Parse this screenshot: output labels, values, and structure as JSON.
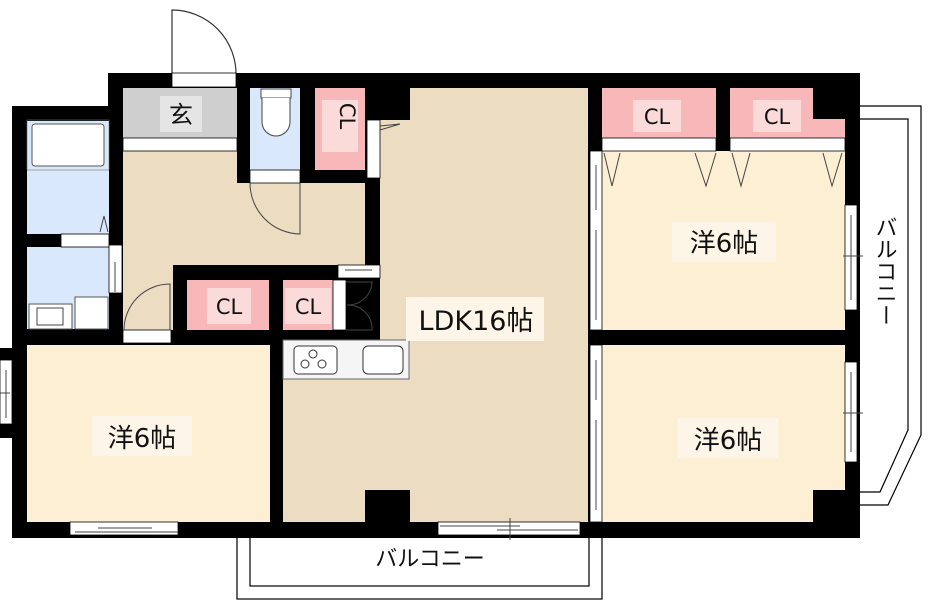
{
  "floorplan": {
    "colors": {
      "wall": "#000000",
      "western_room": "#fcefd3",
      "ldk": "#ecdcc2",
      "closet": "#f8b8b9",
      "closet_label_bg": "#fbdada",
      "wet_area": "#d9e9fb",
      "genkan": "#cfcfcf",
      "label_bg": "#fdf6e8",
      "balcony": "#ffffff"
    },
    "rooms": {
      "genkan": {
        "label": "玄"
      },
      "toilet_closet": {
        "label": "CL"
      },
      "ldk": {
        "label": "LDK16帖"
      },
      "room_top_right": {
        "label": "洋6帖"
      },
      "room_bottom_right": {
        "label": "洋6帖"
      },
      "room_bottom_left": {
        "label": "洋6帖"
      },
      "closet_hall_left": {
        "label": "CL"
      },
      "closet_hall_right": {
        "label": "CL"
      },
      "closet_top_right_a": {
        "label": "CL"
      },
      "closet_top_right_b": {
        "label": "CL"
      }
    },
    "balconies": {
      "south": {
        "label": "バルコニー"
      },
      "east": {
        "label": "バルコニー"
      }
    },
    "fixtures": [
      "bathtub-icon",
      "toilet-icon",
      "washbasin-icon",
      "washing-machine-icon",
      "stove-icon",
      "sink-icon"
    ]
  }
}
